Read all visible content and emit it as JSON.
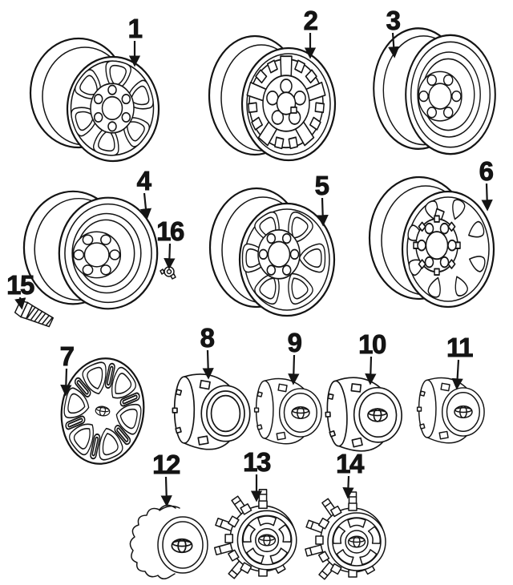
{
  "diagram": {
    "type": "parts-diagram",
    "subject": "wheels-wheel-covers-and-center-caps",
    "background_color": "#ffffff",
    "line_color": "#141414",
    "brand_mark": "toyota-logo",
    "parts": [
      {
        "label": "1",
        "name": "aluminum-alloy-wheel"
      },
      {
        "label": "2",
        "name": "styled-steel-wheel"
      },
      {
        "label": "3",
        "name": "steel-disc-wheel"
      },
      {
        "label": "4",
        "name": "steel-disc-wheel"
      },
      {
        "label": "5",
        "name": "six-spoke-steel-wheel"
      },
      {
        "label": "6",
        "name": "vented-steel-wheel"
      },
      {
        "label": "7",
        "name": "wheel-cover"
      },
      {
        "label": "8",
        "name": "wheel-hub-ornament-open"
      },
      {
        "label": "9",
        "name": "wheel-hub-ornament"
      },
      {
        "label": "10",
        "name": "wheel-hub-ornament"
      },
      {
        "label": "11",
        "name": "wheel-hub-ornament"
      },
      {
        "label": "12",
        "name": "center-cap-scalloped"
      },
      {
        "label": "13",
        "name": "center-cap-castellated"
      },
      {
        "label": "14",
        "name": "center-cap-castellated"
      },
      {
        "label": "15",
        "name": "hub-bolt"
      },
      {
        "label": "16",
        "name": "wheel-nut"
      }
    ]
  }
}
